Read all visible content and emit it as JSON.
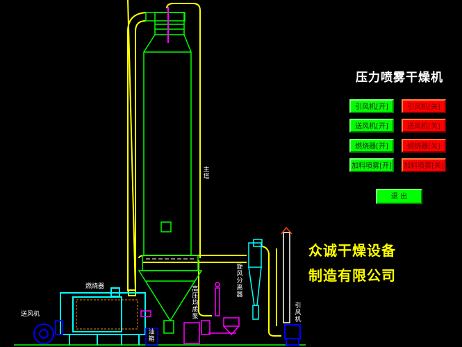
{
  "title": "压力喷雾干燥机",
  "controls": {
    "on_buttons": [
      "引风机[开]",
      "送风机[开]",
      "燃烧器[开]",
      "加料喷雾[开]"
    ],
    "off_buttons": [
      "引风机[关]",
      "送风机[关]",
      "燃烧器[关]",
      "加料喷雾[关]"
    ],
    "exit": "退 出"
  },
  "company": {
    "line1": "众诚干燥设备",
    "line2": "制造有限公司"
  },
  "labels": {
    "main_tower": "主塔",
    "cyclone": "旋风分离器",
    "pump": "高压均质泵",
    "burner": "燃烧器",
    "blower": "送风机",
    "exhaust_fan": "引风机",
    "oil_tank": "油箱"
  },
  "colors": {
    "on": "#00ff00",
    "off": "#ff0000",
    "tower": "#00ff00",
    "duct": "#ffff00",
    "burner": "#00ffff",
    "pump": "#ff00ff",
    "fan": "#0000ff"
  }
}
